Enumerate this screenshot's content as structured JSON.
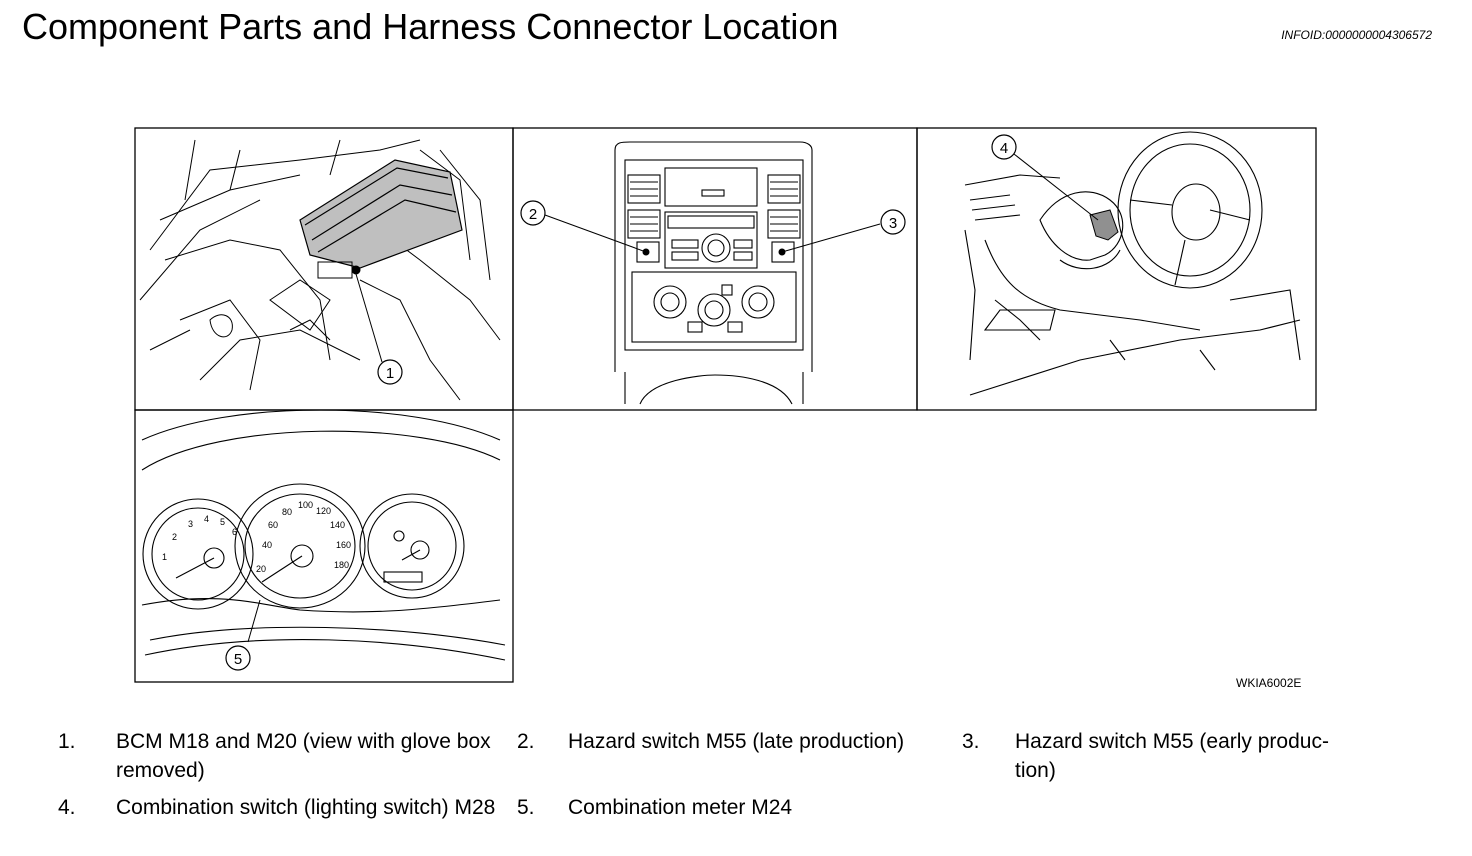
{
  "header": {
    "title": "Component Parts and Harness Connector Location",
    "info_id": "INFOID:0000000004306572"
  },
  "figure": {
    "code": "WKIA6002E",
    "callouts": [
      "1",
      "2",
      "3",
      "4",
      "5"
    ]
  },
  "legend": [
    {
      "num": "1.",
      "text": "BCM M18 and M20 (view with glove box removed)"
    },
    {
      "num": "2.",
      "text": "Hazard switch M55 (late production)"
    },
    {
      "num": "3.",
      "text": "Hazard switch M55 (early produc- tion)"
    },
    {
      "num": "4.",
      "text": "Combination switch (lighting switch) M28"
    },
    {
      "num": "5.",
      "text": "Combination meter M24"
    }
  ]
}
